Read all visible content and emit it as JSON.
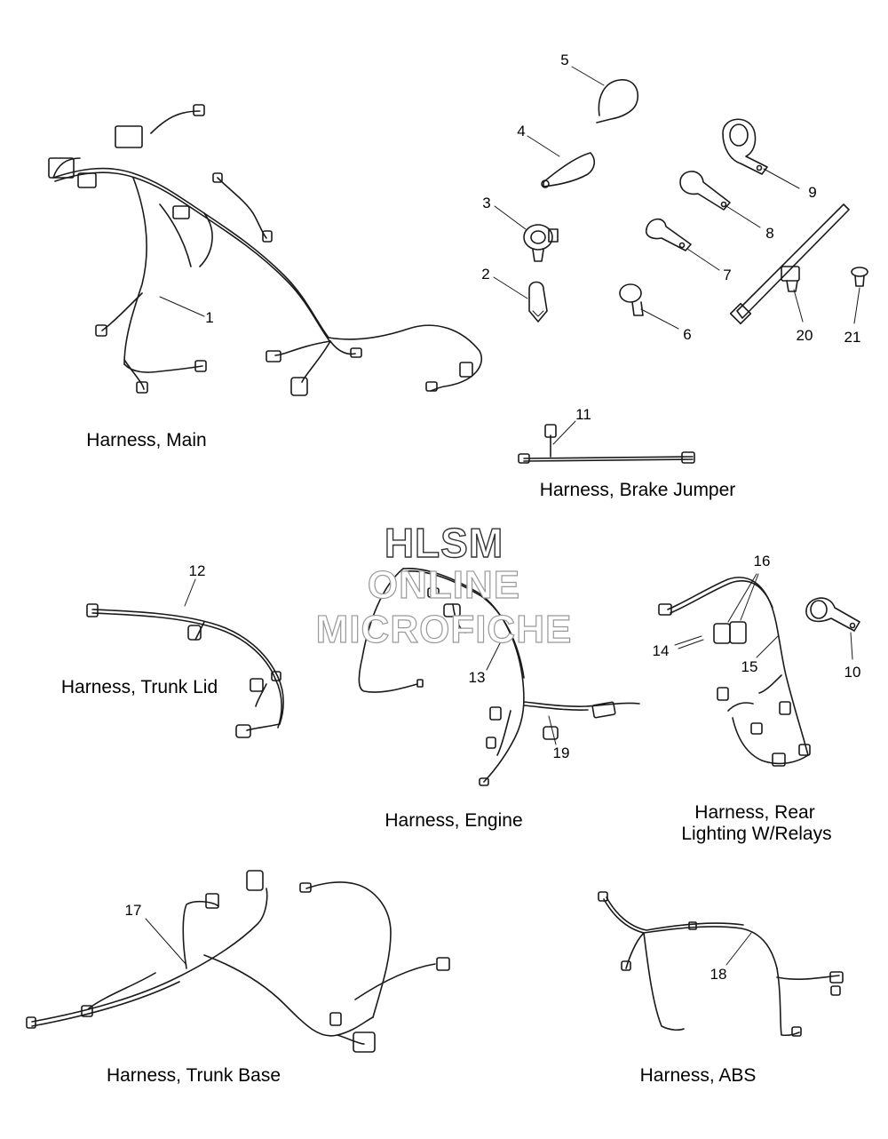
{
  "watermark": {
    "line1": "HLSM",
    "line2": "ONLINE",
    "line3": "MICROFICHE"
  },
  "captions": {
    "main": "Harness, Main",
    "brake_jumper": "Harness, Brake Jumper",
    "trunk_lid": "Harness, Trunk Lid",
    "engine": "Harness, Engine",
    "rear_lighting_1": "Harness, Rear",
    "rear_lighting_2": "Lighting W/Relays",
    "trunk_base": "Harness, Trunk Base",
    "abs": "Harness, ABS"
  },
  "callouts": {
    "c1": "1",
    "c2": "2",
    "c3": "3",
    "c4": "4",
    "c5": "5",
    "c6": "6",
    "c7": "7",
    "c8": "8",
    "c9": "9",
    "c10": "10",
    "c11": "11",
    "c12": "12",
    "c13": "13",
    "c14": "14",
    "c15": "15",
    "c16": "16",
    "c17": "17",
    "c18": "18",
    "c19": "19",
    "c20": "20",
    "c21": "21"
  },
  "colors": {
    "line": "#1a1a1a",
    "watermark_stroke": "#333333",
    "watermark_light": "#999999"
  }
}
